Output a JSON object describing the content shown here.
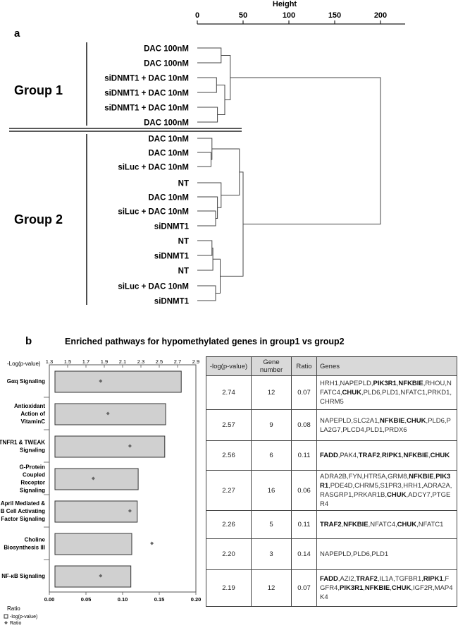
{
  "panel_a": {
    "label": "a",
    "axis_title": "Height",
    "ticks": [
      0,
      50,
      100,
      150,
      200
    ],
    "group1_label": "Group 1",
    "group2_label": "Group 2",
    "leaves": [
      "DAC 100nM",
      "DAC 100nM",
      "siDNMT1 + DAC 10nM",
      "siDNMT1 + DAC 10nM",
      "siDNMT1 + DAC 10nM",
      "DAC 100nM",
      "DAC 10nM",
      "DAC 10nM",
      "siLuc + DAC 10nM",
      "NT",
      "DAC 10nM",
      "siLuc + DAC 10nM",
      "siDNMT1",
      "NT",
      "siDNMT1",
      "NT",
      "siLuc + DAC 10nM",
      "siDNMT1"
    ]
  },
  "panel_b": {
    "label": "b",
    "title": "Enriched pathways for hypomethylated genes in group1 vs group2",
    "top_axis_label": "-Log(p-value)",
    "bottom_axis_label": "Ratio",
    "legend_items": [
      "-log(p-value)",
      "Ratio"
    ],
    "table_headers": [
      "-log(p-value)",
      "Gene number",
      "Ratio",
      "Genes"
    ]
  },
  "chart_data": {
    "type": "bar",
    "orientation": "horizontal",
    "categories": [
      "Gαq Signaling",
      "Antioxidant Action of VitaminC",
      "TNFR1 & TWEAK Signaling",
      "G-Protein Coupled Receptor Signaling",
      "April Mediated & B Cell Activating Factor Signaling",
      "Choline Biosynthesis III",
      "NF-κB Signaling"
    ],
    "category_lines": [
      [
        "Gαq Signaling"
      ],
      [
        "Antioxidant",
        "Action of",
        "VitaminC"
      ],
      [
        "TNFR1 & TWEAK",
        "Signaling"
      ],
      [
        "G-Protein",
        "Coupled",
        "Receptor",
        "Signaling"
      ],
      [
        "April Mediated &",
        "B Cell Activating",
        "Factor Signaling"
      ],
      [
        "Choline",
        "Biosynthesis III"
      ],
      [
        "NF-κB Signaling"
      ]
    ],
    "series": [
      {
        "name": "-log(p-value)",
        "values": [
          2.74,
          2.57,
          2.56,
          2.27,
          2.26,
          2.2,
          2.19
        ]
      },
      {
        "name": "Ratio",
        "values": [
          0.07,
          0.08,
          0.11,
          0.06,
          0.11,
          0.14,
          0.07
        ]
      }
    ],
    "xlim_top": [
      1.3,
      2.9
    ],
    "xticks_top": [
      "1.3",
      "1.5",
      "1.7",
      "1.9",
      "2.1",
      "2.3",
      "2.5",
      "2.7",
      "2.9"
    ],
    "xlim_bottom": [
      0.0,
      0.2
    ],
    "xticks_bottom": [
      "0.00",
      "0.05",
      "0.10",
      "0.15",
      "0.20"
    ],
    "gene_number": [
      12,
      9,
      6,
      16,
      5,
      3,
      12
    ],
    "genes": [
      [
        [
          "HRH1,NAPEPLD,",
          0
        ],
        [
          "PIK3R1",
          1
        ],
        [
          ",",
          0
        ],
        [
          "NFKBIE",
          1
        ],
        [
          ",RHOU,NFATC4,",
          0
        ],
        [
          "CHUK",
          1
        ],
        [
          ",PLD6,PLD1,NFATC1,PRKD1,CHRM5",
          0
        ]
      ],
      [
        [
          "NAPEPLD,SLC2A1,",
          0
        ],
        [
          "NFKBIE",
          1
        ],
        [
          ",",
          0
        ],
        [
          "CHUK",
          1
        ],
        [
          ",PLD6,PLA2G7,PLCD4,PLD1,PRDX6",
          0
        ]
      ],
      [
        [
          "FADD",
          1
        ],
        [
          ",PAK4,",
          0
        ],
        [
          "TRAF2",
          1
        ],
        [
          ",",
          0
        ],
        [
          "RIPK1",
          1
        ],
        [
          ",",
          0
        ],
        [
          "NFKBIE",
          1
        ],
        [
          ",",
          0
        ],
        [
          "CHUK",
          1
        ]
      ],
      [
        [
          "ADRA2B,FYN,HTR5A,GRM8,",
          0
        ],
        [
          "NFKBIE",
          1
        ],
        [
          ",",
          0
        ],
        [
          "PIK3R1",
          1
        ],
        [
          ",PDE4D,CHRM5,S1PR3,HRH1,ADRA2A,RASGRP1,PRKAR1B,",
          0
        ],
        [
          "CHUK",
          1
        ],
        [
          ",ADCY7,PTGER4",
          0
        ]
      ],
      [
        [
          "TRAF2",
          1
        ],
        [
          ",",
          0
        ],
        [
          "NFKBIE",
          1
        ],
        [
          ",NFATC4,",
          0
        ],
        [
          "CHUK",
          1
        ],
        [
          ",NFATC1",
          0
        ]
      ],
      [
        [
          "NAPEPLD,PLD6,PLD1",
          0
        ]
      ],
      [
        [
          "FADD",
          1
        ],
        [
          ",AZI2,",
          0
        ],
        [
          "TRAF2",
          1
        ],
        [
          ",IL1A,TGFBR1,",
          0
        ],
        [
          "RIPK1",
          1
        ],
        [
          ",FGFR4,",
          0
        ],
        [
          "PIK3R1",
          1
        ],
        [
          ",",
          0
        ],
        [
          "NFKBIE",
          1
        ],
        [
          ",",
          0
        ],
        [
          "CHUK",
          1
        ],
        [
          ",IGF2R,MAP4K4",
          0
        ]
      ]
    ]
  }
}
